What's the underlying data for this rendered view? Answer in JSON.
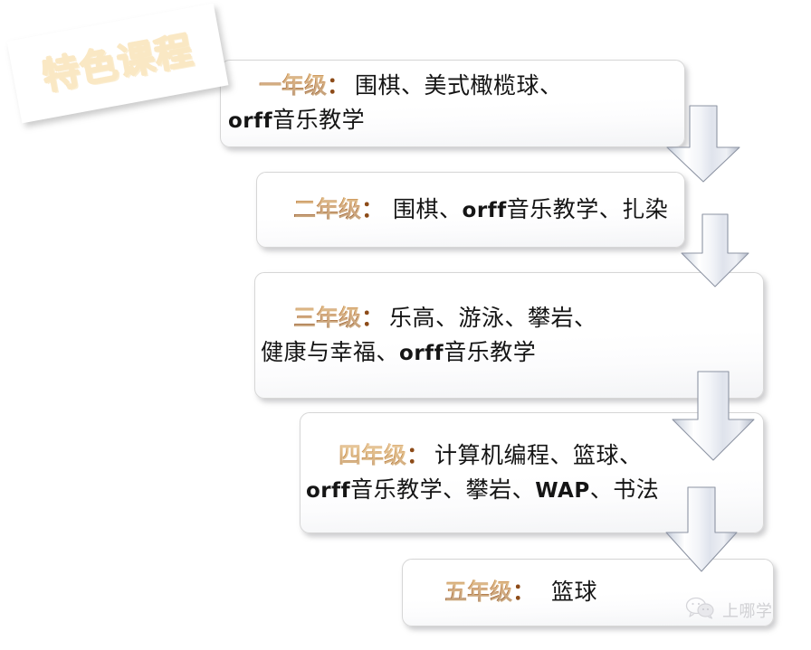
{
  "meta": {
    "background_color": "#ffffff",
    "accent_color": "#8d4b18",
    "arrow_color": "#ccd2de",
    "watermark_color": "#c9c9cd"
  },
  "banner": {
    "label": "特色课程",
    "rotation_degrees": -10.5
  },
  "flow": {
    "boxes": [
      {
        "id": "box-1",
        "grade_label": "一年级",
        "colon": "：",
        "lines": [
          [
            {
              "type": "cjk",
              "text": "围棋、美式橄榄球、"
            }
          ],
          [
            {
              "type": "latin",
              "text": "orff"
            },
            {
              "type": "cjk",
              "text": "音乐教学"
            }
          ]
        ]
      },
      {
        "id": "box-2",
        "grade_label": "二年级",
        "colon": "：",
        "lines": [
          [
            {
              "type": "cjk",
              "text": "围棋、"
            },
            {
              "type": "latin",
              "text": "orff"
            },
            {
              "type": "cjk",
              "text": "音乐教学、扎染"
            }
          ]
        ]
      },
      {
        "id": "box-3",
        "grade_label": "三年级",
        "colon": "：",
        "lines": [
          [
            {
              "type": "cjk",
              "text": "乐高、游泳、攀岩、"
            }
          ],
          [
            {
              "type": "cjk",
              "text": "健康与幸福、"
            },
            {
              "type": "latin",
              "text": "orff"
            },
            {
              "type": "cjk",
              "text": "音乐教学"
            }
          ]
        ]
      },
      {
        "id": "box-4",
        "grade_label": "四年级",
        "colon": "：",
        "lines": [
          [
            {
              "type": "cjk",
              "text": "计算机编程、篮球、"
            }
          ],
          [
            {
              "type": "latin",
              "text": "orff"
            },
            {
              "type": "cjk",
              "text": "音乐教学、攀岩、"
            },
            {
              "type": "latin",
              "text": "WAP"
            },
            {
              "type": "cjk",
              "text": "、书法"
            }
          ]
        ]
      },
      {
        "id": "box-5",
        "grade_label": "五年级",
        "colon": "：",
        "lines": [
          [
            {
              "type": "cjk",
              "text": "篮球"
            }
          ]
        ]
      }
    ],
    "arrows": [
      {
        "id": "arrow-1",
        "direction": "down"
      },
      {
        "id": "arrow-2",
        "direction": "down"
      },
      {
        "id": "arrow-3",
        "direction": "down"
      },
      {
        "id": "arrow-4",
        "direction": "down"
      }
    ]
  },
  "watermark": {
    "text": "上哪学",
    "icon": "wechat-bubbles-icon"
  }
}
